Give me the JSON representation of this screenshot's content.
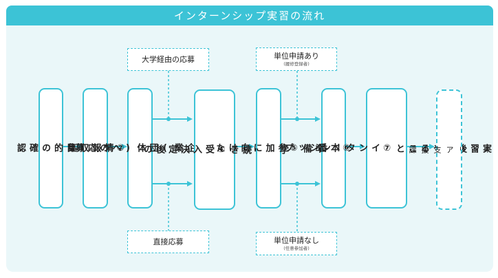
{
  "title": "インターンシップ実習の流れ",
  "steps": {
    "s1": "①\n目\n的\nの\n確\n認",
    "s2": "②\n情\n報\n収\n集",
    "s3": [
      "③\n企\n業\n(\n団\n体\n)\nへ\nの\n応\n募"
    ],
    "s4": [
      "④\n受\n入\n決\n定\n後\nの",
      "学\n内\n手\n続\nき"
    ],
    "s5": [
      "⑤\n参\n加\nに\n向\nけ\nた",
      "準\n備"
    ],
    "s6": "⑥\n本\n番",
    "s7": [
      "⑦\nイ\nン\nタ\nー\nン\nシ\nッ\nプ",
      "実\n習\n後\nに\nや\nる\nこ\nと"
    ],
    "career": "キ\nャ\nリ\nア\n支\n援\n課"
  },
  "routes": {
    "univ": "大学経由の応募",
    "direct": "直接応募",
    "credit_yes": "単位申請あり",
    "credit_yes_sub": "(履修登録者)",
    "credit_no": "単位申請なし",
    "credit_no_sub": "(任意参加者)"
  },
  "colors": {
    "accent": "#3cc3d6",
    "panel": "#eaf7f9",
    "text": "#222222"
  }
}
